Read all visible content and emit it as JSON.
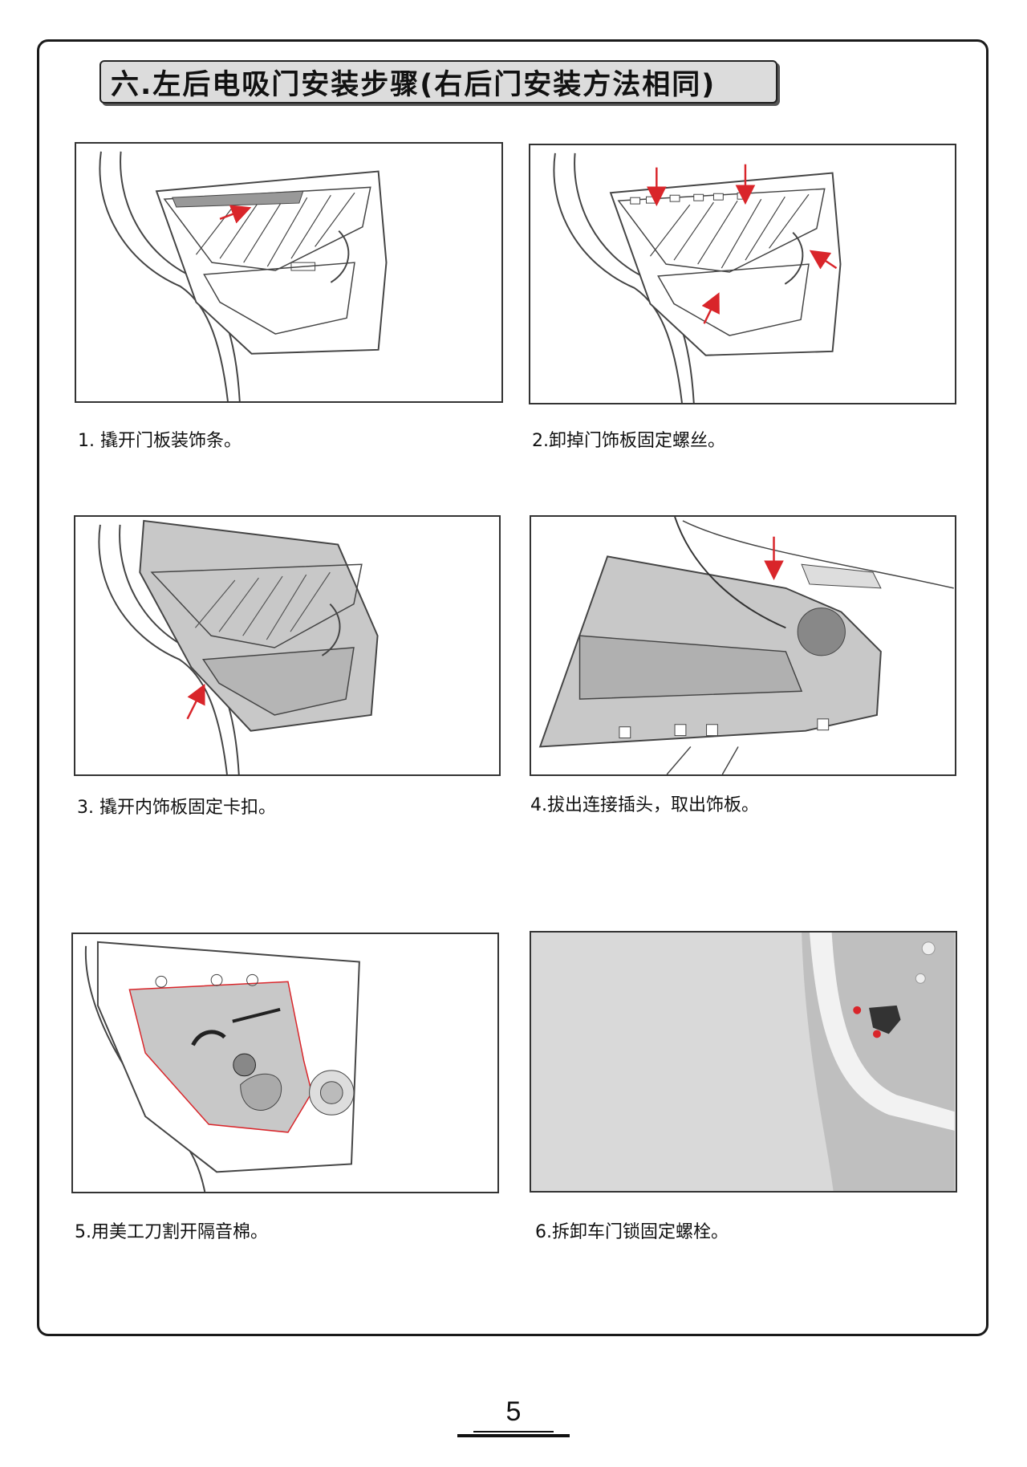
{
  "title": "六.左后电吸门安装步骤(右后门安装方法相同)",
  "steps": [
    {
      "caption": "1. 撬开门板装饰条。"
    },
    {
      "caption": "2.卸掉门饰板固定螺丝。"
    },
    {
      "caption": "3. 撬开内饰板固定卡扣。"
    },
    {
      "caption": "4.拔出连接插头，取出饰板。"
    },
    {
      "caption": "5.用美工刀割开隔音棉。"
    },
    {
      "caption": "6.拆卸车门锁固定螺栓。"
    }
  ],
  "page_number": "5",
  "colors": {
    "arrow": "#d9252a",
    "panel_gray": "#c8c8c8",
    "line": "#333333"
  }
}
